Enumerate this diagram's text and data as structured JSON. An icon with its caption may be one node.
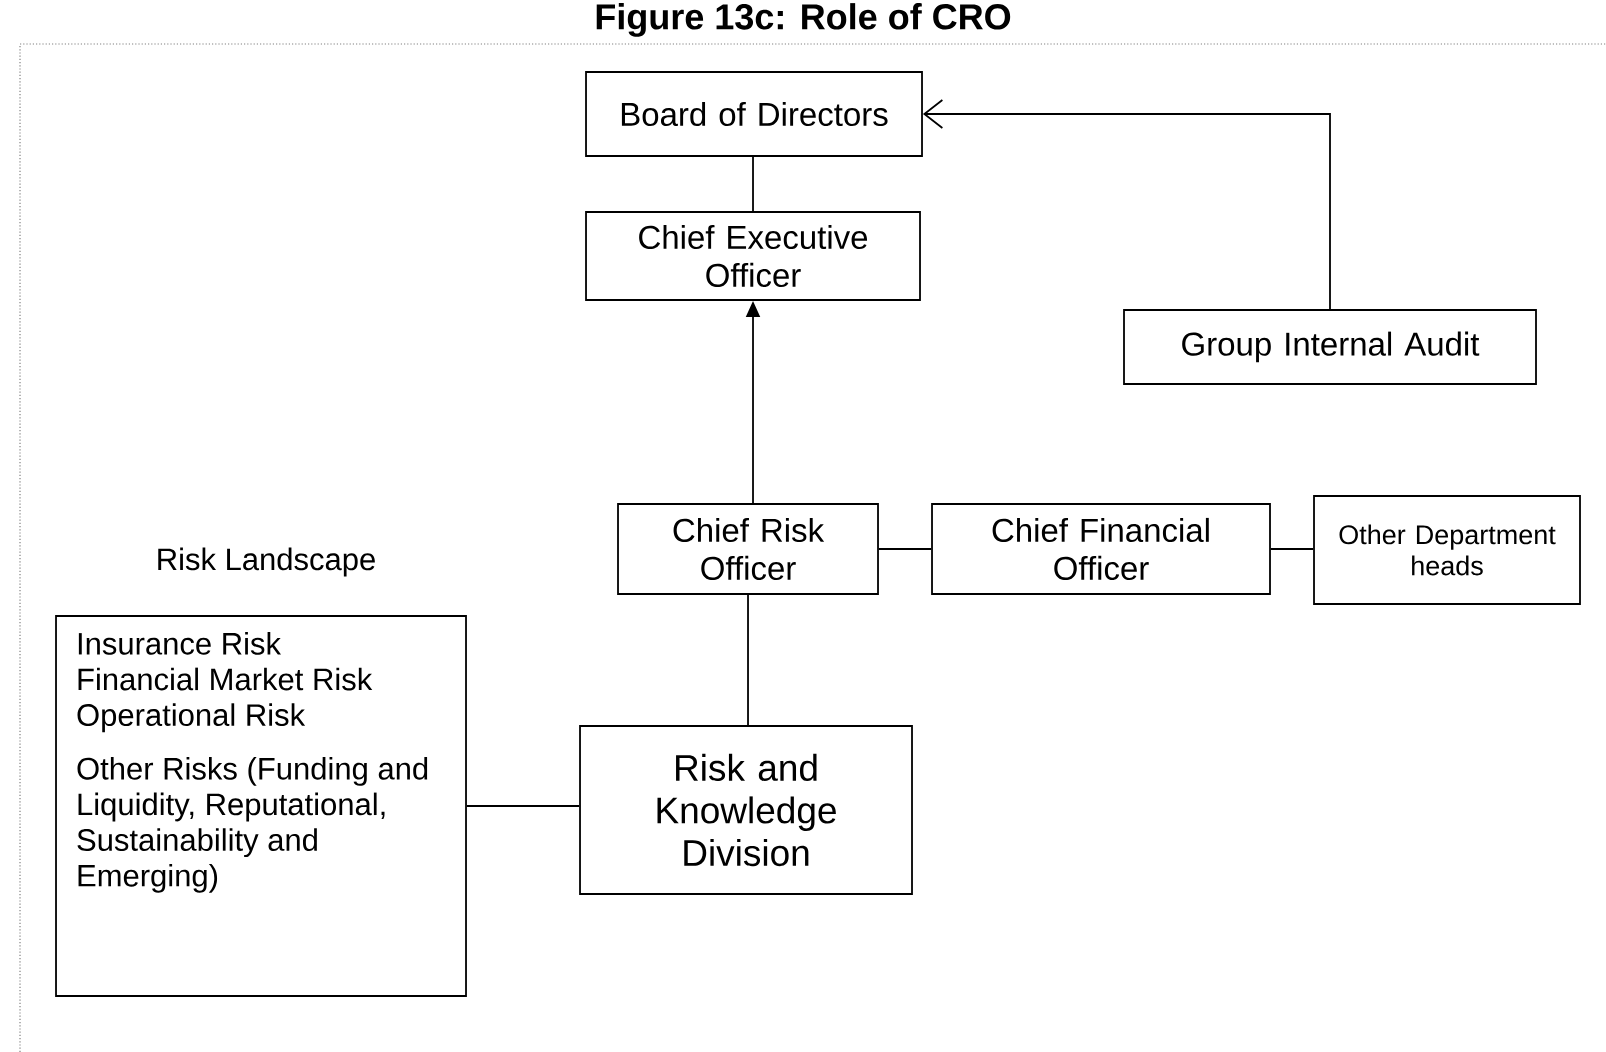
{
  "diagram": {
    "title": "Figure 13c: Role of CRO",
    "nodes": [
      {
        "text": [
          "Board of Directors"
        ]
      },
      {
        "text": [
          "Chief Executive Officer"
        ]
      },
      {
        "text": [
          "Group Internal Audit"
        ]
      },
      {
        "text": [
          "Chief Risk Officer"
        ]
      },
      {
        "text": [
          "Chief Financial Officer"
        ]
      },
      {
        "text": [
          "Other Department heads"
        ]
      },
      {
        "text": [
          "Risk Landscape",
          "Insurance Risk",
          "Financial Market Risk",
          "Operational Risk",
          "Other Risks (Funding and Liquidity, Reputational, Sustainability and Emerging)"
        ]
      },
      {
        "text": [
          "Risk and Knowledge Division"
        ]
      }
    ],
    "edges": [
      {
        "from": 1,
        "to": 0,
        "arrow": "none"
      },
      {
        "from": 2,
        "to": 0,
        "arrow": "to"
      },
      {
        "from": 3,
        "to": 1,
        "arrow": "to"
      },
      {
        "from": 3,
        "to": 4,
        "arrow": "none"
      },
      {
        "from": 4,
        "to": 5,
        "arrow": "none"
      },
      {
        "from": 3,
        "to": 7,
        "arrow": "none"
      },
      {
        "from": 6,
        "to": 7,
        "arrow": "none"
      }
    ]
  }
}
